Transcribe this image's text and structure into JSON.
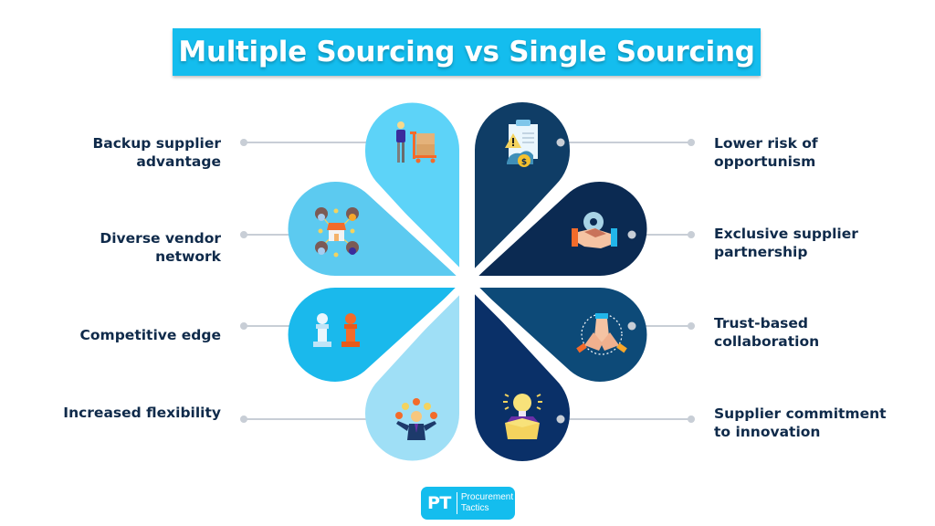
{
  "title": "Multiple Sourcing vs Single Sourcing",
  "colors": {
    "title_bg": "#14bdee",
    "text": "#0f2a4a",
    "connector": "#c8ced6",
    "left_petals": [
      "#5dd3f8",
      "#5ccaf0",
      "#1ab9ec",
      "#9fdff6"
    ],
    "right_petals": [
      "#0f3d66",
      "#0b2a52",
      "#0d4a78",
      "#0a3068"
    ]
  },
  "multiple_sourcing": {
    "items": [
      {
        "label_line1": "Backup supplier",
        "label_line2": "advantage",
        "icon": "worker-with-cart-icon"
      },
      {
        "label_line1": "Diverse vendor",
        "label_line2": "network",
        "icon": "vendor-network-icon"
      },
      {
        "label_line1": "Competitive edge",
        "label_line2": "",
        "icon": "chess-pawns-icon"
      },
      {
        "label_line1": "Increased flexibility",
        "label_line2": "",
        "icon": "juggler-icon"
      }
    ]
  },
  "single_sourcing": {
    "items": [
      {
        "label_line1": "Lower risk of",
        "label_line2": "opportunism",
        "icon": "risk-clipboard-icon"
      },
      {
        "label_line1": "Exclusive supplier",
        "label_line2": "partnership",
        "icon": "handshake-gear-icon"
      },
      {
        "label_line1": "Trust-based",
        "label_line2": "collaboration",
        "icon": "stacked-hands-icon"
      },
      {
        "label_line1": "Supplier commitment",
        "label_line2": "to innovation",
        "icon": "lightbulb-box-icon"
      }
    ]
  },
  "logo": {
    "initials": "PT",
    "line1": "Procurement",
    "line2": "Tactics"
  }
}
